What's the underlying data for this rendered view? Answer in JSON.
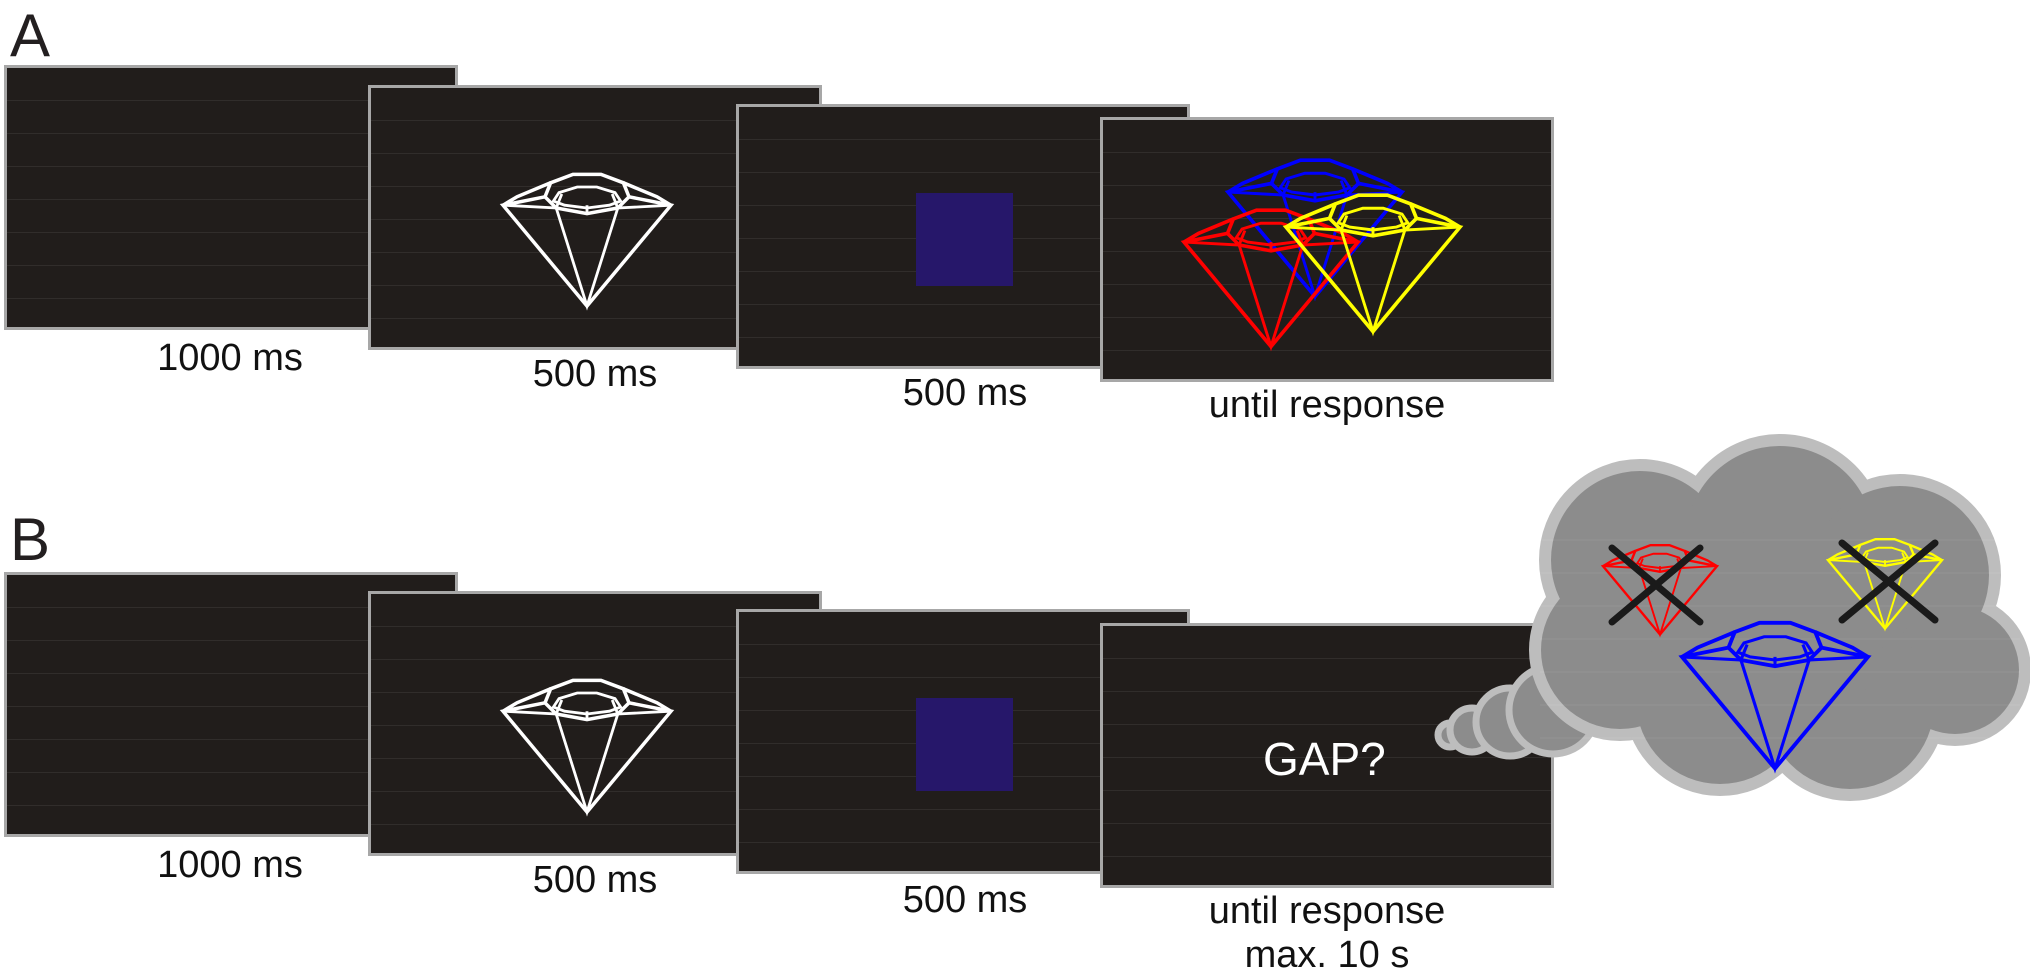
{
  "panels": [
    {
      "letter": "A",
      "timings": [
        "1000 ms",
        "500 ms",
        "500 ms",
        "until response"
      ],
      "final_screen": {
        "options": [
          "blue-diamond",
          "red-diamond",
          "yellow-diamond"
        ]
      }
    },
    {
      "letter": "B",
      "timings": [
        "1000 ms",
        "500 ms",
        "500 ms",
        "until response",
        "max. 10 s"
      ],
      "final_screen": {
        "prompt": "GAP?"
      },
      "thought_cloud": {
        "options": [
          "red-diamond-crossed",
          "yellow-diamond-crossed",
          "blue-diamond"
        ]
      }
    }
  ],
  "colors": {
    "screen_bg": "#211d1b",
    "screen_border": "#a7a7a7",
    "mask": "#26176a",
    "red": "#ff0000",
    "blue": "#0000ff",
    "yellow": "#ffff00",
    "cloud_fill": "#8c8c8c",
    "cloud_border": "#bdbdbd"
  }
}
